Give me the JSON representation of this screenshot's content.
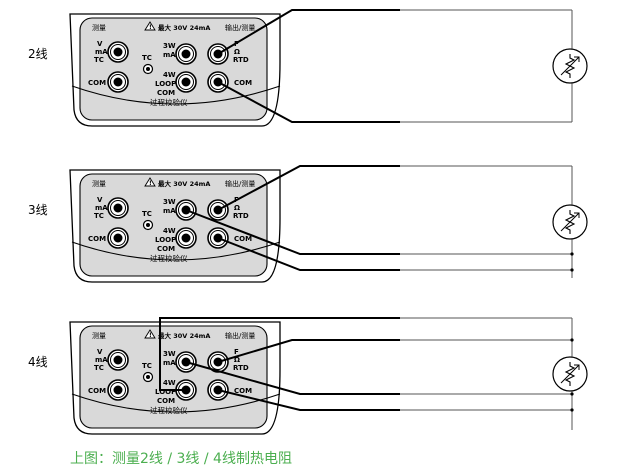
{
  "rows": [
    {
      "wire_label": "2线",
      "mode": "2"
    },
    {
      "wire_label": "3线",
      "mode": "3"
    },
    {
      "wire_label": "4线",
      "mode": "4"
    }
  ],
  "panel": {
    "measure": "测量",
    "warning": "最大 30V 24mA",
    "output_measure": "输出/测量",
    "v": "V",
    "ma": "mA",
    "tc_left": "TC",
    "tc_mid": "TC",
    "w3": "3W",
    "ma_mid": "mA",
    "w4": "4W",
    "loop": "LOOP",
    "com_mid": "COM",
    "com_left": "COM",
    "com_right": "COM",
    "f": "F",
    "omega": "Ω",
    "rtd": "RTD",
    "name": "过程校验仪"
  },
  "caption": "上图：测量2线 / 3线 / 4线制热电阻",
  "colors": {
    "caption": "#4caf50",
    "line": "#000000",
    "panel": "#d9d9d9"
  }
}
